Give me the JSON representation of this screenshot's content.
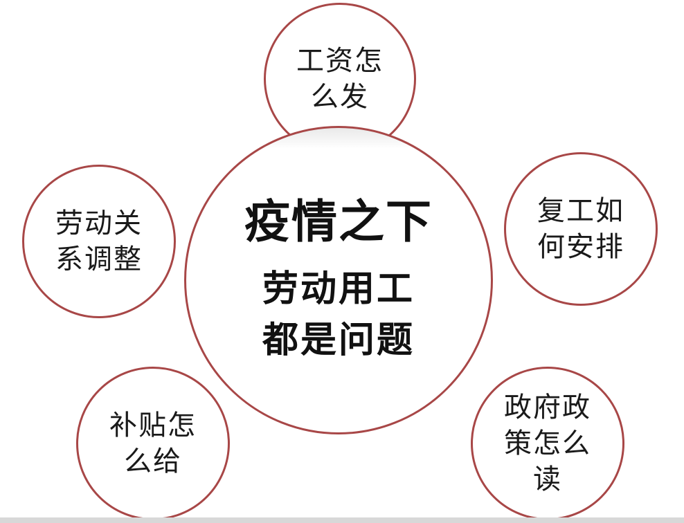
{
  "center": {
    "title": "疫情之下",
    "line1": "劳动用工",
    "line2": "都是问题"
  },
  "nodes": {
    "wages": {
      "line1": "工资怎",
      "line2": "么发"
    },
    "relations": {
      "line1": "劳动关",
      "line2": "系调整"
    },
    "resume": {
      "line1": "复工如",
      "line2": "何安排"
    },
    "subsidy": {
      "line1": "补贴怎",
      "line2": "么给"
    },
    "policy": {
      "line1": "政府政",
      "line2": "策怎么",
      "line3": "读"
    }
  },
  "colors": {
    "circle_border": "#a84747",
    "text": "#1a1a1a"
  }
}
